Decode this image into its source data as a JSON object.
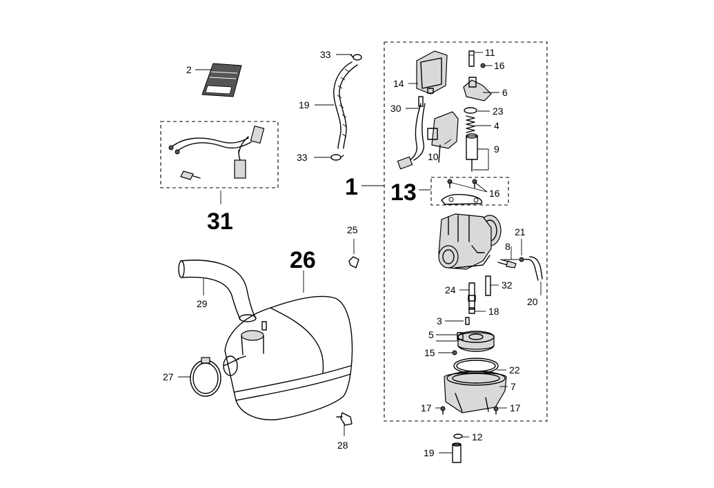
{
  "callouts": {
    "c2": "2",
    "c31": "31",
    "c33a": "33",
    "c19a": "19",
    "c33b": "33",
    "c1": "1",
    "c13": "13",
    "c11": "11",
    "c16a": "16",
    "c14": "14",
    "c6": "6",
    "c30": "30",
    "c23": "23",
    "c4": "4",
    "c9": "9",
    "c10": "10",
    "c16b": "16",
    "c25": "25",
    "c26": "26",
    "c21": "21",
    "c8": "8",
    "c29": "29",
    "c20": "20",
    "c24": "24",
    "c32": "32",
    "c18": "18",
    "c3": "3",
    "c5": "5",
    "c15": "15",
    "c22": "22",
    "c7": "7",
    "c27": "27",
    "c17a": "17",
    "c17b": "17",
    "c28": "28",
    "c12": "12",
    "c19b": "19"
  },
  "colors": {
    "line": "#000000",
    "shade": "#d9d9d9",
    "background": "#ffffff"
  }
}
